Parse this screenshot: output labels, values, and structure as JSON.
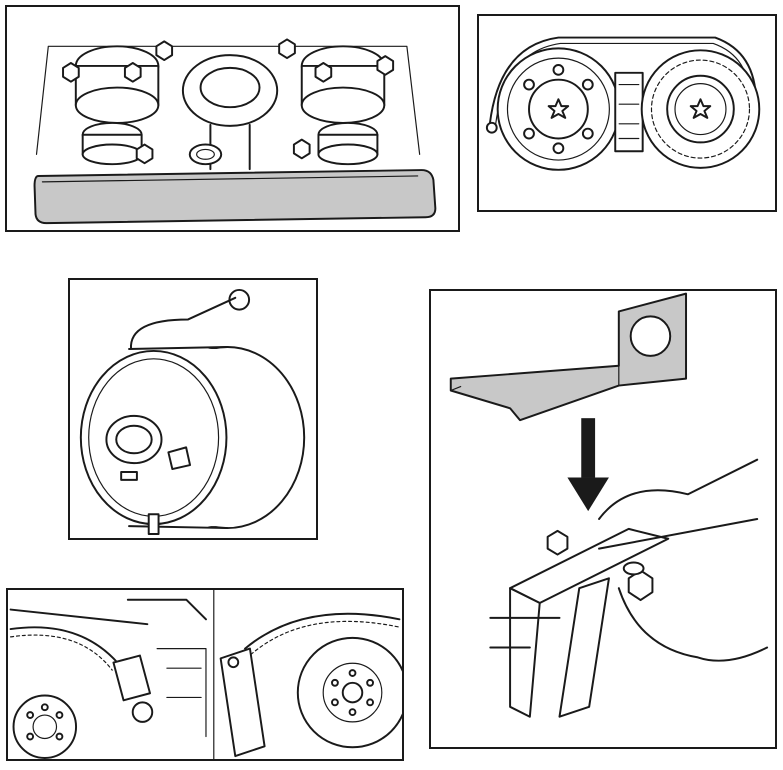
{
  "figure": {
    "panels": [
      {
        "id": "camshaft-cover",
        "subject": "camshaft-sprockets-with-cover"
      },
      {
        "id": "belt-sprockets",
        "subject": "timing-belt-and-sprockets"
      },
      {
        "id": "tensioner",
        "subject": "belt-tensioner-pulley"
      },
      {
        "id": "locking-tool",
        "subject": "flywheel-locking-tool-insertion"
      },
      {
        "id": "flywheel",
        "subject": "flywheel-ring-gear"
      }
    ],
    "colors": {
      "ink": "#1a1a1a",
      "tool_fill": "#c8c8c8",
      "paper": "#ffffff"
    }
  }
}
